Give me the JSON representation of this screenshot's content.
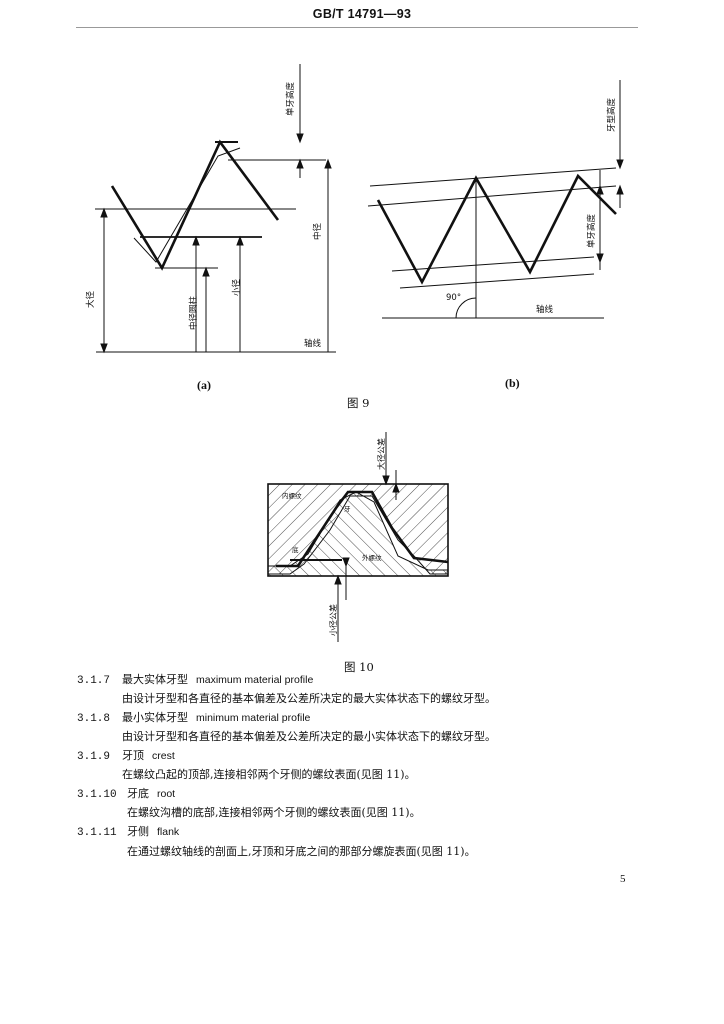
{
  "header": {
    "standard_code": "GB/T 14791—93"
  },
  "figure9": {
    "caption": "图 9",
    "sub_a": "(a)",
    "sub_b": "(b)",
    "labels_a": {
      "major_diameter": "大径",
      "minor_diameter": "小径",
      "pitch_diameter": "中径",
      "pitch_cylinder": "中径圆柱",
      "single_height": "单牙高度",
      "axis": "轴线"
    },
    "labels_b": {
      "thread_height": "牙型高度",
      "single_height": "单牙高度",
      "angle": "90°",
      "axis": "轴线"
    }
  },
  "figure10": {
    "caption": "图 10",
    "labels": {
      "major_tolerance": "大径公差",
      "minor_tolerance": "小径公差",
      "internal": "内螺纹",
      "external": "外螺纹",
      "crest_mark": "牙",
      "root_mark": "底"
    }
  },
  "entries": [
    {
      "num": "3.1.7",
      "term_cn": "最大实体牙型",
      "term_en": "maximum material profile",
      "definition": "由设计牙型和各直径的基本偏差及公差所决定的最大实体状态下的螺纹牙型。"
    },
    {
      "num": "3.1.8",
      "term_cn": "最小实体牙型",
      "term_en": "minimum material profile",
      "definition": "由设计牙型和各直径的基本偏差及公差所决定的最小实体状态下的螺纹牙型。"
    },
    {
      "num": "3.1.9",
      "term_cn": "牙顶",
      "term_en": "crest",
      "definition": "在螺纹凸起的顶部,连接相邻两个牙侧的螺纹表面(见图 11)。"
    },
    {
      "num": "3.1.10",
      "term_cn": "牙底",
      "term_en": "root",
      "definition": "在螺纹沟槽的底部,连接相邻两个牙侧的螺纹表面(见图 11)。"
    },
    {
      "num": "3.1.11",
      "term_cn": "牙侧",
      "term_en": "flank",
      "definition": "在通过螺纹轴线的剖面上,牙顶和牙底之间的那部分螺旋表面(见图 11)。"
    }
  ],
  "page_number": "5"
}
